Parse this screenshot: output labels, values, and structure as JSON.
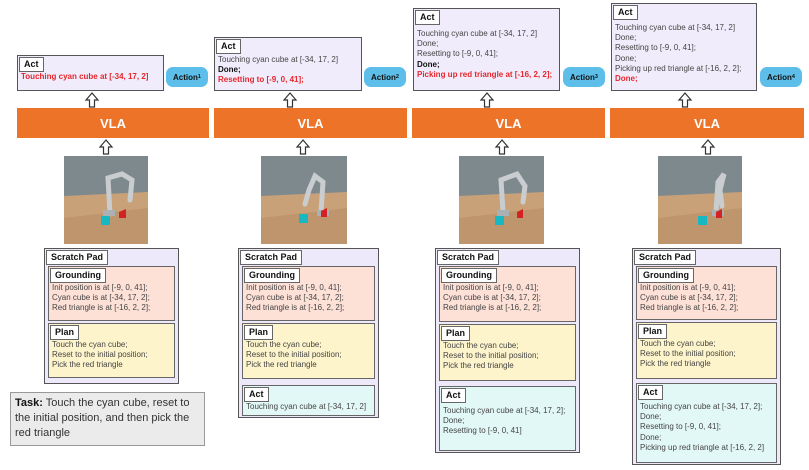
{
  "labels": {
    "act": "Act",
    "vla": "VLA",
    "scratch_pad": "Scratch Pad",
    "grounding": "Grounding",
    "plan": "Plan"
  },
  "action_prefix": "Action",
  "task": {
    "label": "Task:",
    "text": "Touch the cyan cube, reset to the initial position, and then pick the red triangle"
  },
  "grounding_lines": [
    "Init position is at [-9, 0, 41];",
    "Cyan cube is at [-34, 17, 2];",
    "Red triangle is at [-16, 2, 2];"
  ],
  "plan_lines": [
    "Touch the cyan cube;",
    "Reset to the initial position;",
    "Pick the red triangle"
  ],
  "colors": {
    "vla": "#ec7328",
    "action_pill": "#5dbfe9",
    "highlight": "#e8262b",
    "grounding_bg": "#fde1d7",
    "plan_bg": "#fdf4cc",
    "act_bg": "#e2f8f6",
    "pad_bg": "#eee8fb"
  },
  "columns": [
    {
      "action_index": "1",
      "top_act": [
        {
          "text": "Touching cyan cube at [-34, 17, 2]",
          "style": "red"
        }
      ],
      "pad_act": []
    },
    {
      "action_index": "2",
      "top_act": [
        {
          "text": "Touching cyan cube at [-34, 17, 2]",
          "style": "normal"
        },
        {
          "text": "Done;",
          "style": "bold"
        },
        {
          "text": "Resetting to [-9, 0, 41];",
          "style": "red"
        }
      ],
      "pad_act": [
        {
          "text": "Touching cyan cube at [-34, 17, 2]",
          "style": "normal"
        }
      ]
    },
    {
      "action_index": "3",
      "top_act": [
        {
          "text": "Touching cyan cube at [-34, 17, 2]",
          "style": "normal"
        },
        {
          "text": "Done;",
          "style": "normal"
        },
        {
          "text": "Resetting to [-9, 0, 41];",
          "style": "normal"
        },
        {
          "text": "Done;",
          "style": "bold"
        },
        {
          "text": "Picking up red triangle at [-16, 2, 2];",
          "style": "red"
        }
      ],
      "pad_act": [
        {
          "text": "Touching cyan cube at [-34, 17, 2];",
          "style": "normal"
        },
        {
          "text": "Done;",
          "style": "normal"
        },
        {
          "text": "Resetting to [-9, 0, 41]",
          "style": "normal"
        }
      ]
    },
    {
      "action_index": "4",
      "top_act": [
        {
          "text": "Touching cyan cube at [-34, 17, 2]",
          "style": "normal"
        },
        {
          "text": "Done;",
          "style": "normal"
        },
        {
          "text": "Resetting to [-9, 0, 41];",
          "style": "normal"
        },
        {
          "text": "Done;",
          "style": "normal"
        },
        {
          "text": "Picking up red triangle at [-16, 2, 2];",
          "style": "normal"
        },
        {
          "text": "Done;",
          "style": "red"
        }
      ],
      "pad_act": [
        {
          "text": "Touching cyan cube at [-34, 17, 2];",
          "style": "normal"
        },
        {
          "text": "Done;",
          "style": "normal"
        },
        {
          "text": "Resetting to [-9, 0, 41];",
          "style": "normal"
        },
        {
          "text": "Done;",
          "style": "normal"
        },
        {
          "text": "Picking up red triangle at [-16, 2, 2]",
          "style": "normal"
        }
      ]
    }
  ]
}
